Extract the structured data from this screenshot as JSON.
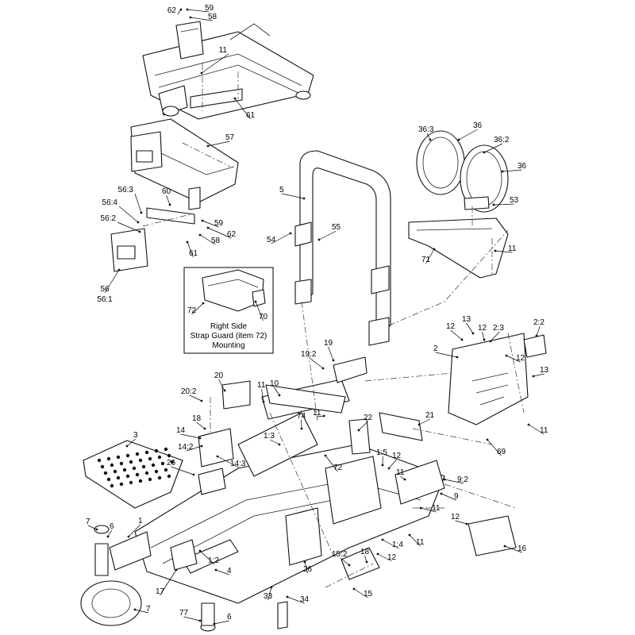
{
  "inset": {
    "line1": "Right Side",
    "line2": "Strap Guard (item 72)",
    "line3": "Mounting"
  },
  "callouts": [
    "62",
    "59",
    "58",
    "11",
    "61",
    "57",
    "60",
    "56:3",
    "56:4",
    "56:2",
    "59",
    "62",
    "58",
    "61",
    "56",
    "56:1",
    "5",
    "54",
    "55",
    "36:3",
    "36",
    "36:2",
    "36",
    "53",
    "11",
    "71",
    "72",
    "70",
    "19:2",
    "19",
    "12",
    "13",
    "12",
    "2:3",
    "2:2",
    "2",
    "12",
    "13",
    "11",
    "69",
    "20",
    "20:2",
    "11",
    "10",
    "11",
    "74",
    "22",
    "21",
    "18",
    "14",
    "14:2",
    "1:3",
    "14:3",
    "26",
    "3",
    "72",
    "1:5",
    "12",
    "11",
    "9:2",
    "9",
    "11",
    "7",
    "6",
    "1",
    "12",
    "16",
    "11",
    "1:4",
    "12",
    "18",
    "15:2",
    "26",
    "15",
    "1:2",
    "4",
    "17",
    "33",
    "34",
    "7",
    "77",
    "6"
  ]
}
